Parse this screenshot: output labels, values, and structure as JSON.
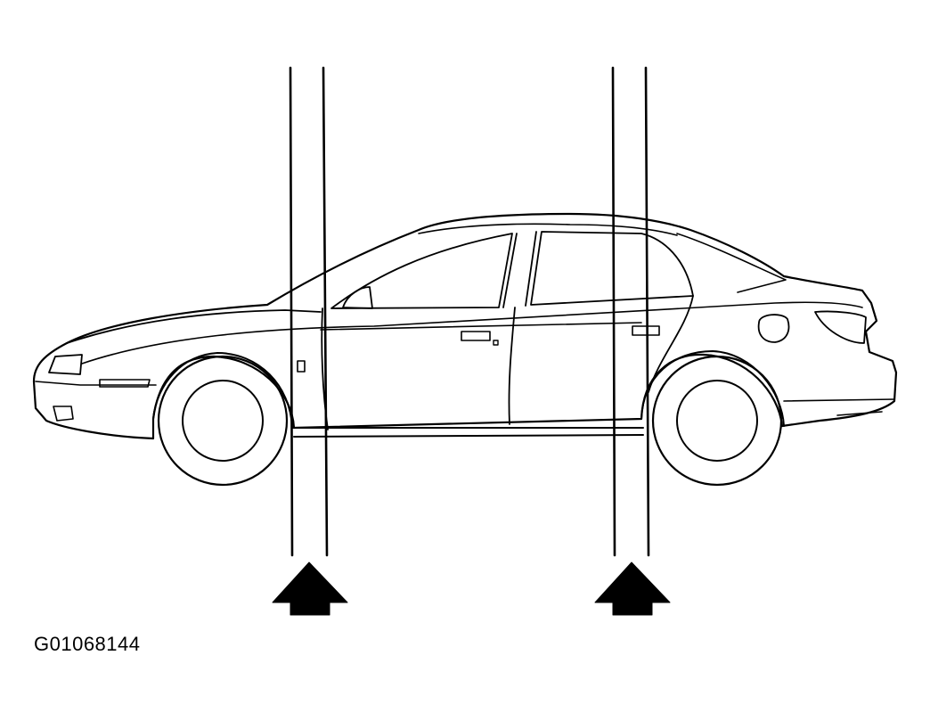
{
  "figure": {
    "id_label": "G01068144"
  },
  "diagram": {
    "subject": "sedan-side-view",
    "lift_points": [
      {
        "name": "front-lift-point"
      },
      {
        "name": "rear-lift-point"
      }
    ],
    "colors": {
      "line": "#000000",
      "background": "#ffffff"
    }
  }
}
